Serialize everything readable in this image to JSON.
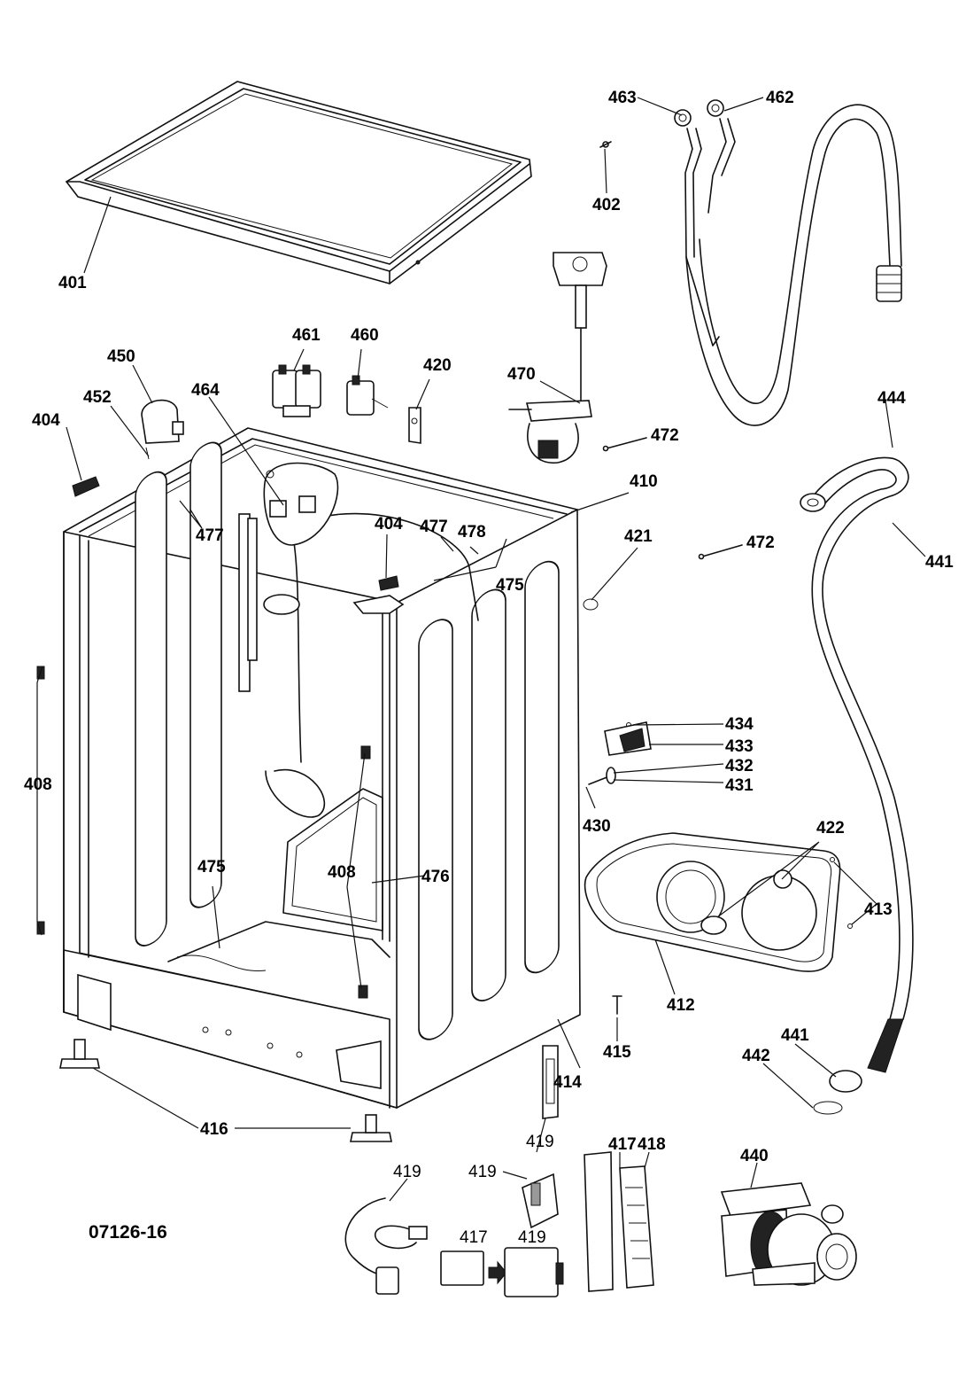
{
  "diagram_code": "07126-16",
  "labels": {
    "p401": "401",
    "p402": "402",
    "p404a": "404",
    "p404b": "404",
    "p408a": "408",
    "p408b": "408",
    "p410": "410",
    "p412": "412",
    "p413": "413",
    "p414": "414",
    "p415": "415",
    "p416": "416",
    "p417a": "417",
    "p417b": "417",
    "p418": "418",
    "p419a": "419",
    "p419b": "419",
    "p419c": "419",
    "p419d": "419",
    "p420": "420",
    "p421": "421",
    "p422": "422",
    "p430": "430",
    "p431": "431",
    "p432": "432",
    "p433": "433",
    "p434": "434",
    "p440": "440",
    "p441a": "441",
    "p441b": "441",
    "p442": "442",
    "p444": "444",
    "p450": "450",
    "p452": "452",
    "p460": "460",
    "p461": "461",
    "p462": "462",
    "p463": "463",
    "p464": "464",
    "p470": "470",
    "p472a": "472",
    "p472b": "472",
    "p475a": "475",
    "p475b": "475",
    "p476": "476",
    "p477a": "477",
    "p477b": "477",
    "p478": "478"
  }
}
